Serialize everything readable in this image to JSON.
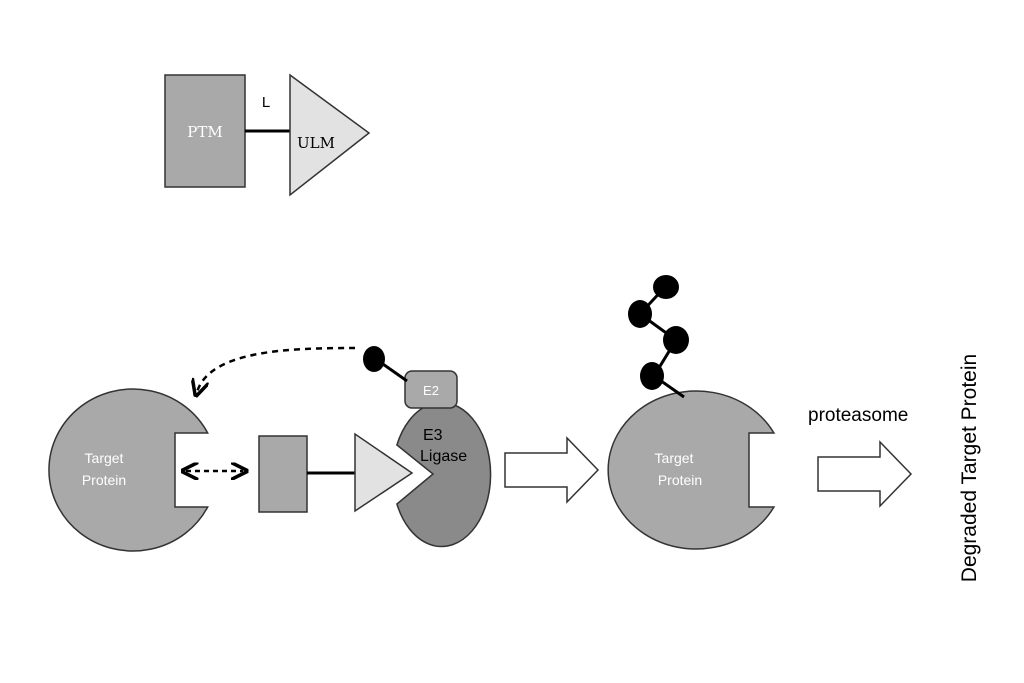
{
  "legend": {
    "ptm_label": "PTM",
    "linker_label": "L",
    "ulm_label": "ULM"
  },
  "mechanism": {
    "target_protein_line1": "Target",
    "target_protein_line2": "Protein",
    "e2_label": "E2",
    "e3_line1": "E3",
    "e3_line2": "Ligase",
    "ubiquitinated_line1": "Target",
    "ubiquitinated_line2": "Protein",
    "proteasome_label": "proteasome",
    "degraded_label": "Degraded Target Protein"
  },
  "colors": {
    "protein_fill": "#a9a9a9",
    "e3_fill": "#8a8a8a",
    "ulm_fill": "#e2e2e2",
    "ubiquitin_fill": "#000000"
  }
}
